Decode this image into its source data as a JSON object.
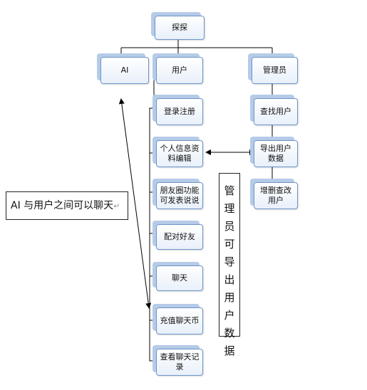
{
  "diagram": {
    "root": {
      "label": "探探"
    },
    "branches": {
      "ai": {
        "label": "AI"
      },
      "user": {
        "label": "用户"
      },
      "admin": {
        "label": "管理员"
      }
    },
    "user_items": [
      {
        "label": "登录注册"
      },
      {
        "label": "个人信息资料编辑"
      },
      {
        "label": "朋友圈功能可发表说说"
      },
      {
        "label": "配对好友"
      },
      {
        "label": "聊天"
      },
      {
        "label": "充值聊天币"
      },
      {
        "label": "查看聊天记录"
      }
    ],
    "admin_items": [
      {
        "label": "查找用户"
      },
      {
        "label": "导出用户数据"
      },
      {
        "label": "增删查改用户"
      }
    ],
    "annotations": {
      "ai_chat": "AI 与用户之间可以聊天",
      "admin_export": [
        "管",
        "理",
        "员",
        "可",
        "导",
        "出",
        "用",
        "户",
        "数",
        "据"
      ]
    },
    "colors": {
      "box_border": "#6d94c6",
      "box_shadow": "#b5cbe8",
      "line": "#000000"
    }
  }
}
